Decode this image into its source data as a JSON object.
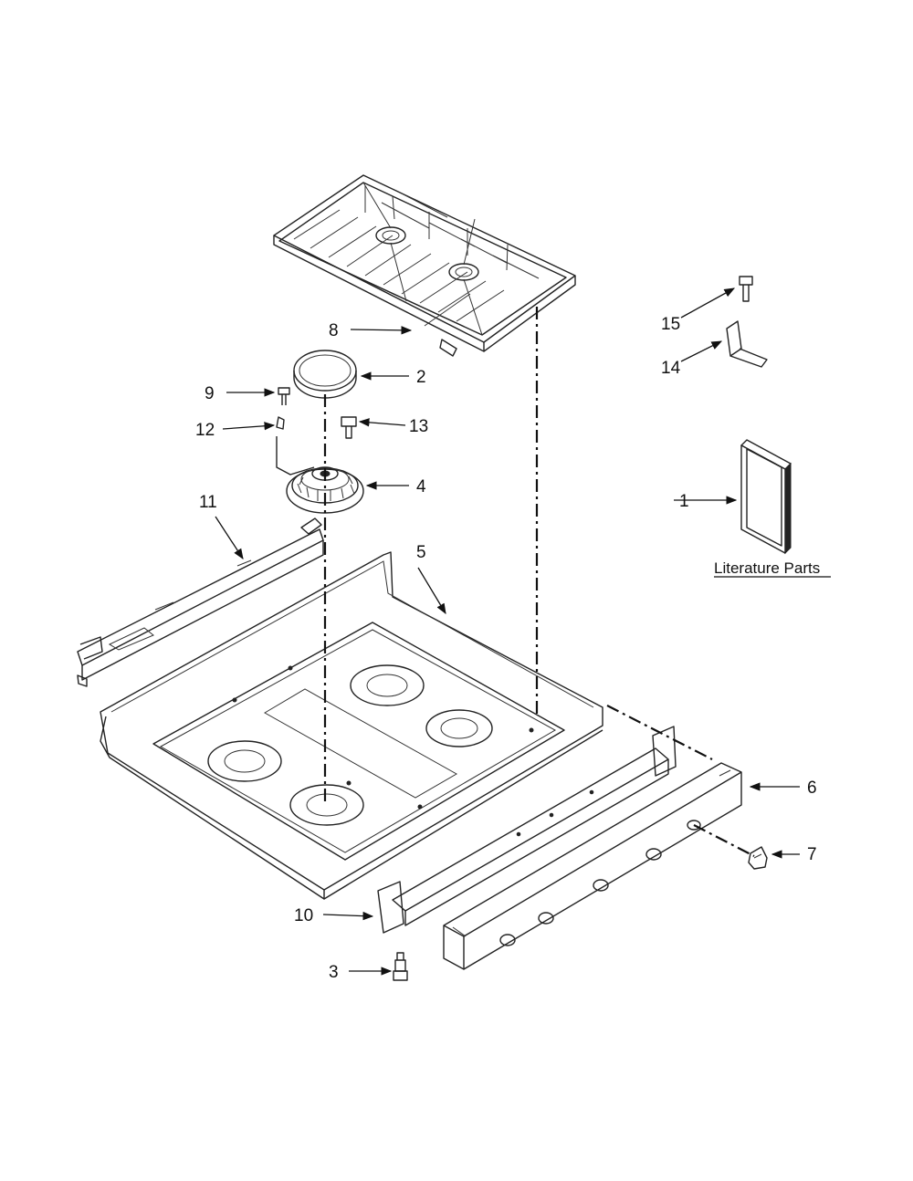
{
  "diagram": {
    "literature_caption": "Literature Parts",
    "callouts": [
      {
        "num": "1",
        "part": "literature-parts"
      },
      {
        "num": "2",
        "part": "burner-cap"
      },
      {
        "num": "3",
        "part": "screw"
      },
      {
        "num": "4",
        "part": "burner-base"
      },
      {
        "num": "5",
        "part": "cooktop"
      },
      {
        "num": "6",
        "part": "control-panel"
      },
      {
        "num": "7",
        "part": "control-knob"
      },
      {
        "num": "8",
        "part": "grate"
      },
      {
        "num": "9",
        "part": "screw"
      },
      {
        "num": "10",
        "part": "bracket"
      },
      {
        "num": "11",
        "part": "heat-shield"
      },
      {
        "num": "12",
        "part": "igniter-clip"
      },
      {
        "num": "13",
        "part": "screw"
      },
      {
        "num": "14",
        "part": "bracket-clip"
      },
      {
        "num": "15",
        "part": "screw"
      }
    ]
  }
}
